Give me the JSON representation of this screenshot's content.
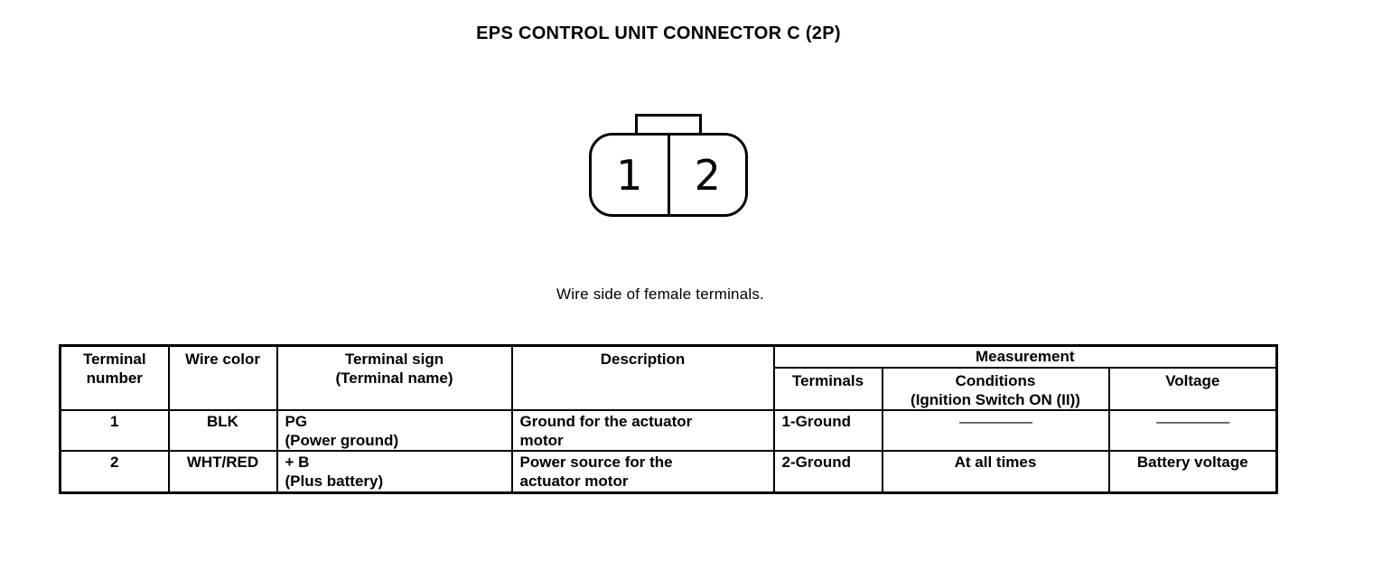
{
  "page": {
    "title": "EPS CONTROL UNIT CONNECTOR C (2P)"
  },
  "connector": {
    "pins": [
      "1",
      "2"
    ],
    "caption": "Wire side of female terminals."
  },
  "table": {
    "headers": {
      "terminal_number": "Terminal\nnumber",
      "wire_color": "Wire color",
      "terminal_sign": "Terminal sign\n(Terminal name)",
      "description": "Description",
      "measurement": "Measurement",
      "terminals": "Terminals",
      "conditions": "Conditions\n(Ignition Switch ON (II))",
      "voltage": "Voltage"
    },
    "rows": [
      {
        "terminal_number": "1",
        "wire_color": "BLK",
        "terminal_sign": "PG\n(Power ground)",
        "description": "Ground for the actuator\nmotor",
        "terminals": "1-Ground",
        "conditions": "—————",
        "voltage": "—————"
      },
      {
        "terminal_number": "2",
        "wire_color": "WHT/RED",
        "terminal_sign": "+ B\n(Plus battery)",
        "description": "Power source for the\nactuator motor",
        "terminals": "2-Ground",
        "conditions": "At all times",
        "voltage": "Battery voltage"
      }
    ]
  },
  "colors": {
    "ink": "#000000",
    "paper": "#ffffff"
  }
}
